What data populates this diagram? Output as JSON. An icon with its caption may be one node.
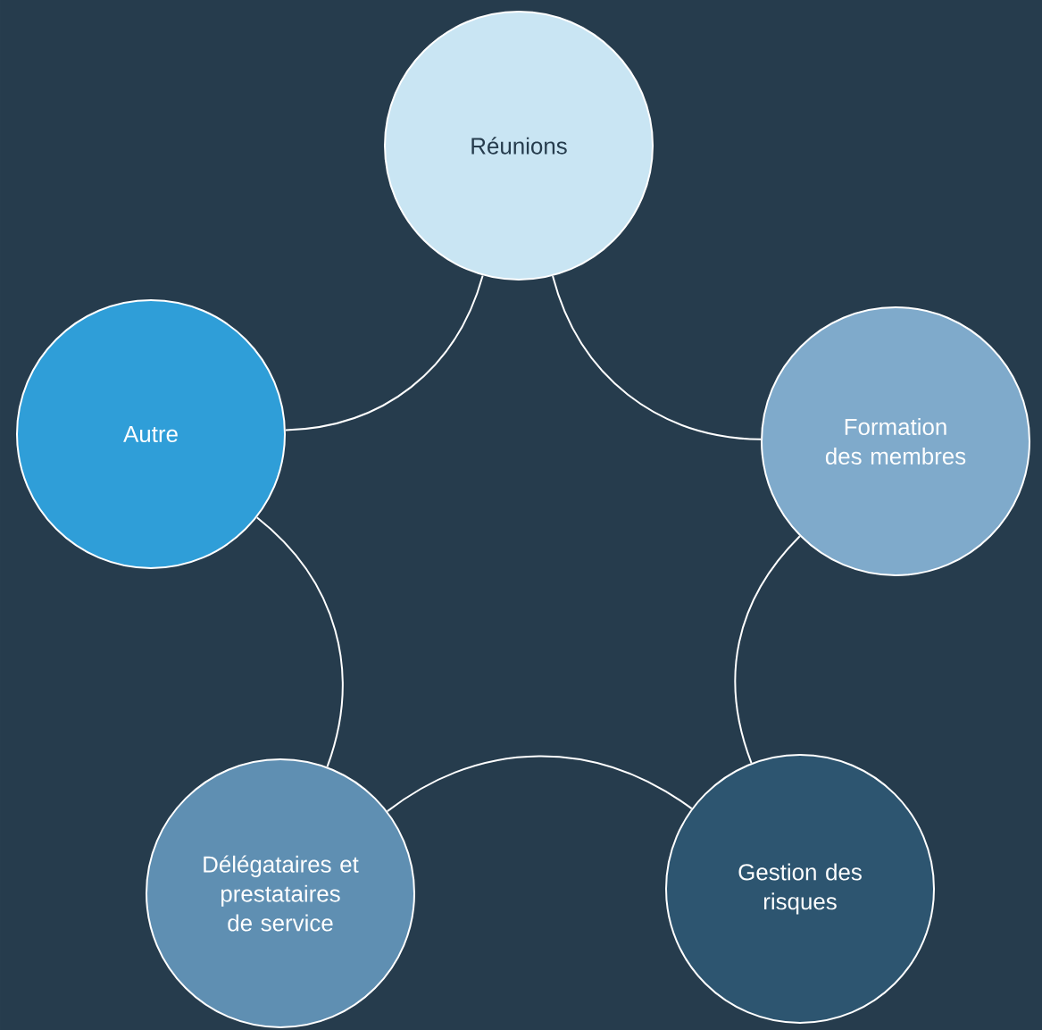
{
  "diagram": {
    "nodes": [
      {
        "text": [
          "Réunions"
        ]
      },
      {
        "text": [
          "Formation des membres"
        ]
      },
      {
        "text": [
          "Gestion des risques"
        ]
      },
      {
        "text": [
          "Délégataires et prestataires de service"
        ]
      },
      {
        "text": [
          "Autre"
        ]
      }
    ],
    "edges": [
      {
        "from": 0,
        "to": 1,
        "arrow": "none"
      },
      {
        "from": 1,
        "to": 2,
        "arrow": "none"
      },
      {
        "from": 2,
        "to": 3,
        "arrow": "none"
      },
      {
        "from": 3,
        "to": 4,
        "arrow": "none"
      },
      {
        "from": 4,
        "to": 0,
        "arrow": "none"
      }
    ]
  }
}
